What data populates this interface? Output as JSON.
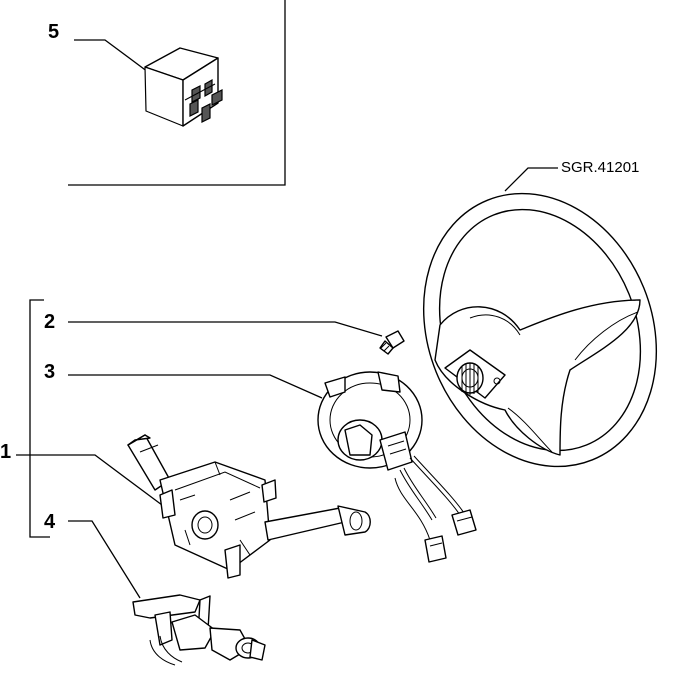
{
  "drawing": {
    "reference_code": "SGR.41201",
    "callouts": {
      "c1": "1",
      "c2": "2",
      "c3": "3",
      "c4": "4",
      "c5": "5"
    }
  }
}
